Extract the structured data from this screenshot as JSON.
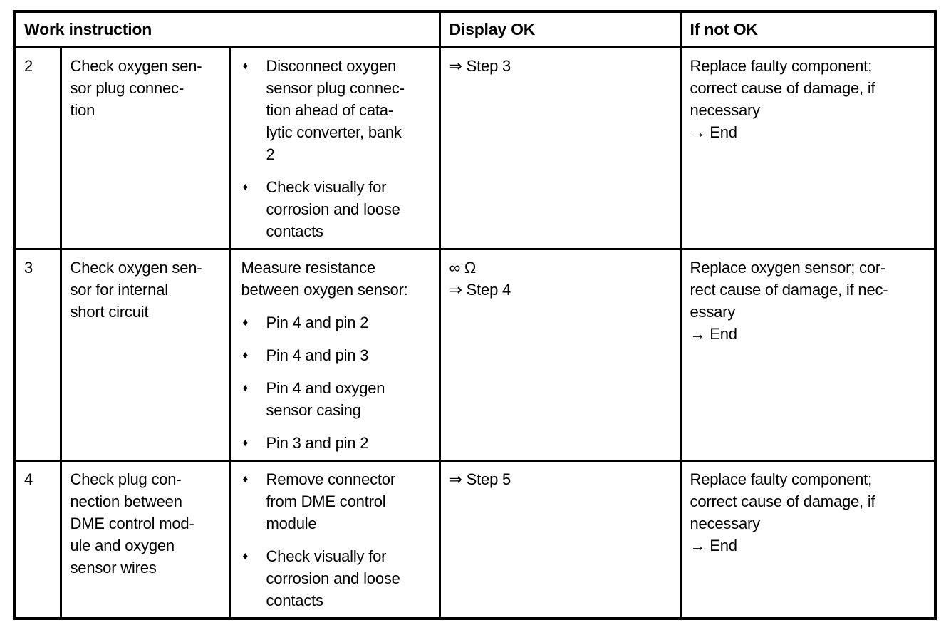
{
  "table": {
    "headers": {
      "work_instruction": "Work instruction",
      "display_ok": "Display OK",
      "if_not_ok": "If not OK"
    },
    "bullet_char": "♦",
    "rows": [
      {
        "step": "2",
        "task": "Check oxygen sen-\nsor plug connec-\ntion",
        "details": {
          "intro": "",
          "bullets": [
            "Disconnect oxygen\nsensor plug connec-\ntion ahead of cata-\nlytic converter, bank\n2",
            "Check visually for\ncorrosion and loose\ncontacts"
          ]
        },
        "display_ok": "⇒ Step 3",
        "if_not_ok": "Replace faulty component;\ncorrect cause of damage, if\nnecessary\n→ End"
      },
      {
        "step": "3",
        "task": "Check oxygen sen-\nsor for internal\nshort circuit",
        "details": {
          "intro": "Measure resistance\nbetween oxygen sensor:",
          "bullets": [
            "Pin 4 and pin 2",
            "Pin 4 and pin 3",
            "Pin 4 and oxygen\nsensor casing",
            "Pin 3 and pin 2"
          ]
        },
        "display_ok": "∞ Ω\n⇒ Step 4",
        "if_not_ok": "Replace oxygen sensor; cor-\nrect cause of damage, if nec-\nessary\n→ End"
      },
      {
        "step": "4",
        "task": "Check plug con-\nnection between\nDME control mod-\nule and oxygen\nsensor wires",
        "details": {
          "intro": "",
          "bullets": [
            "Remove connector\nfrom DME control\nmodule",
            "Check visually for\ncorrosion and loose\ncontacts"
          ]
        },
        "display_ok": "⇒ Step 5",
        "if_not_ok": "Replace faulty component;\ncorrect cause of damage, if\nnecessary\n→ End"
      }
    ]
  }
}
